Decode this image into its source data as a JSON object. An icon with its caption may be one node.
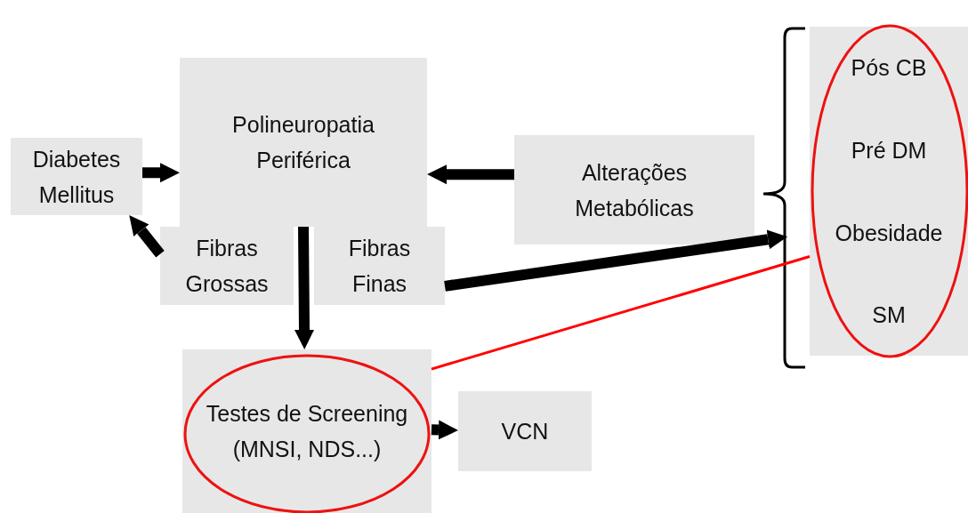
{
  "diagram": {
    "nodes": [
      {
        "text": [
          "Diabetes Mellitus"
        ]
      },
      {
        "text": [
          "Polineuropatia Periférica"
        ]
      },
      {
        "text": [
          "Fibras Grossas"
        ]
      },
      {
        "text": [
          "Fibras Finas"
        ]
      },
      {
        "text": [
          "Alterações Metabólicas"
        ]
      },
      {
        "text": [
          "Pós CB"
        ]
      },
      {
        "text": [
          "Pré DM"
        ]
      },
      {
        "text": [
          "Obesidade"
        ]
      },
      {
        "text": [
          "SM"
        ]
      },
      {
        "text": [
          "Testes de Screening (MNSI, NDS...)"
        ]
      },
      {
        "text": [
          "VCN"
        ]
      }
    ],
    "edges": [
      {
        "from": 0,
        "to": 1,
        "arrow": "to"
      },
      {
        "from": 4,
        "to": 1,
        "arrow": "to"
      },
      {
        "from": 2,
        "to": 0,
        "arrow": "to"
      },
      {
        "from": 1,
        "to": 9,
        "arrow": "to"
      },
      {
        "from": 9,
        "to": 10,
        "arrow": "to"
      },
      {
        "from": 3,
        "to": 7,
        "arrow": "to"
      },
      {
        "from": 7,
        "to": 9,
        "arrow": "none",
        "color": "#ff0000"
      }
    ]
  }
}
